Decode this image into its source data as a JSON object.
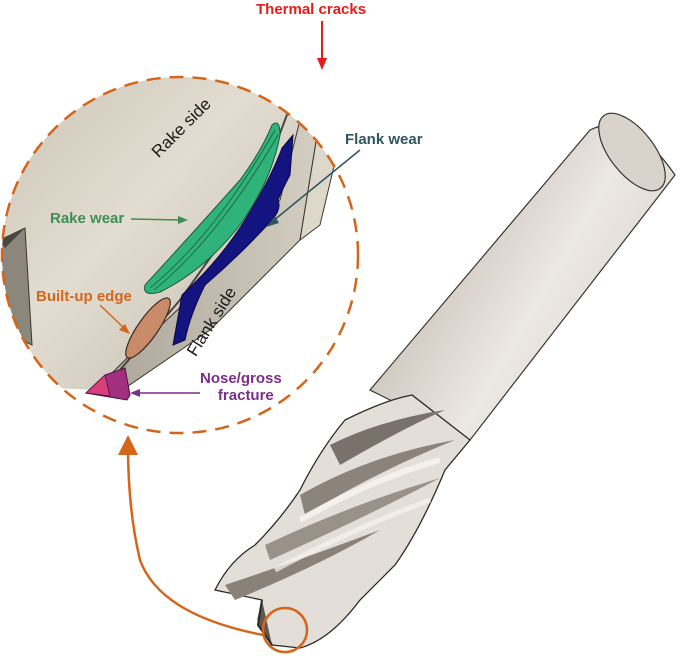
{
  "figure": {
    "subject": "End mill cutting tool with magnified cutting-edge wear modes",
    "colors": {
      "callout": "#d4661c",
      "thermal_cracks": "#e81a1a",
      "rake_wear": "#3f8f55",
      "rake_wear_fill": "#2fb37a",
      "flank_wear": "#2e5560",
      "flank_wear_fill": "#141480",
      "built_up_edge": "#d4661c",
      "built_up_edge_fill": "#c88a68",
      "fracture": "#7b2e8a",
      "fracture_fill": "#a3307e",
      "tool_body": "#d9d4cc",
      "magnified_surface": "#cdc8bb"
    }
  },
  "labels": {
    "thermal_cracks": "Thermal cracks",
    "flank_wear": "Flank wear",
    "rake_wear": "Rake wear",
    "built_up_edge": "Built-up edge",
    "nose_fracture_line1": "Nose/gross",
    "nose_fracture_line2": "fracture",
    "rake_side": "Rake side",
    "flank_side": "Flank side"
  }
}
